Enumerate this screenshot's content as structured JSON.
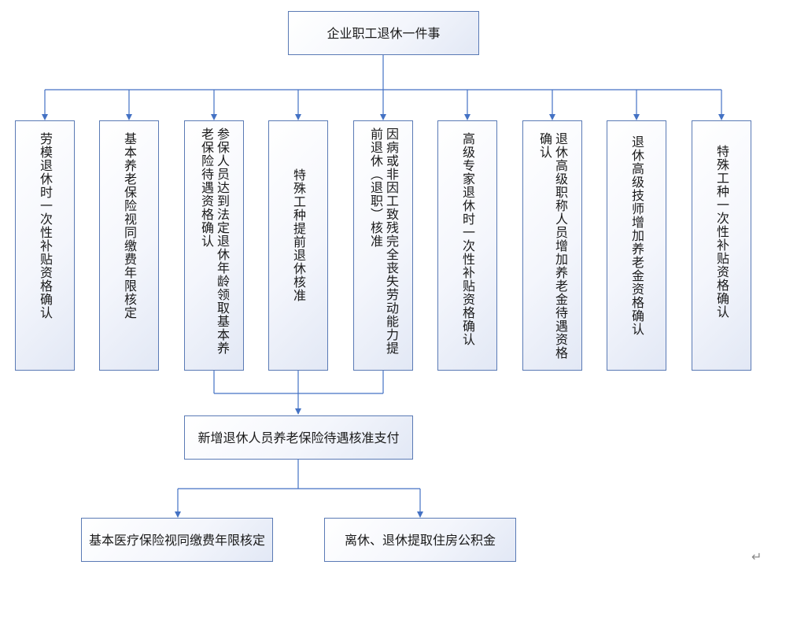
{
  "title": "企业职工退休一件事",
  "items": [
    "劳模退休时一次性补贴资格确认",
    "基本养老保险视同缴费年限核定",
    "参保人员达到法定退休年龄领取基本养老保险待遇资格确认",
    "特殊工种提前退休核准",
    "因病或非因工致残完全丧失劳动能力提前退休（退职）核准",
    "高级专家退休时一次性补贴资格确认",
    "退休高级职称人员增加养老金待遇资格确认",
    "退休高级技师增加养老金资格确认",
    "特殊工种一次性补贴资格确认"
  ],
  "merge_node": "新增退休人员养老保险待遇核准支付",
  "final_nodes": [
    "基本医疗保险视同缴费年限核定",
    "离休、退休提取住房公积金"
  ],
  "colors": {
    "line": "#4472c4",
    "border": "#5a7ab5"
  },
  "return_mark": "↵"
}
